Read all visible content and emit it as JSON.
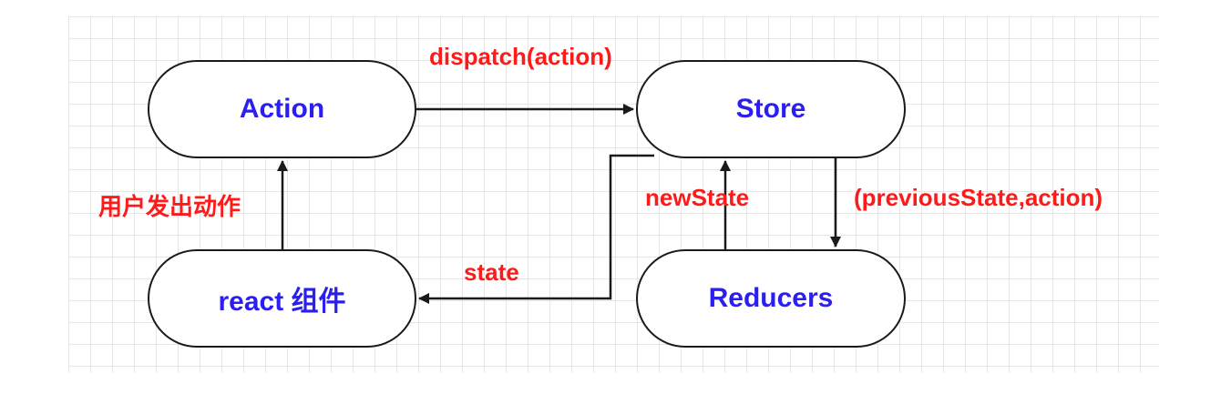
{
  "nodes": {
    "action": "Action",
    "store": "Store",
    "component": "react 组件",
    "reducers": "Reducers"
  },
  "edges": {
    "dispatch": "dispatch(action)",
    "user_action": "用户发出动作",
    "new_state": "newState",
    "previous_state_action": "(previousState,action)",
    "state": "state"
  },
  "colors": {
    "node_text": "#2a1ff0",
    "edge_label": "#ff1a1a",
    "stroke": "#1a1a1a",
    "grid": "#e6e6e6"
  }
}
